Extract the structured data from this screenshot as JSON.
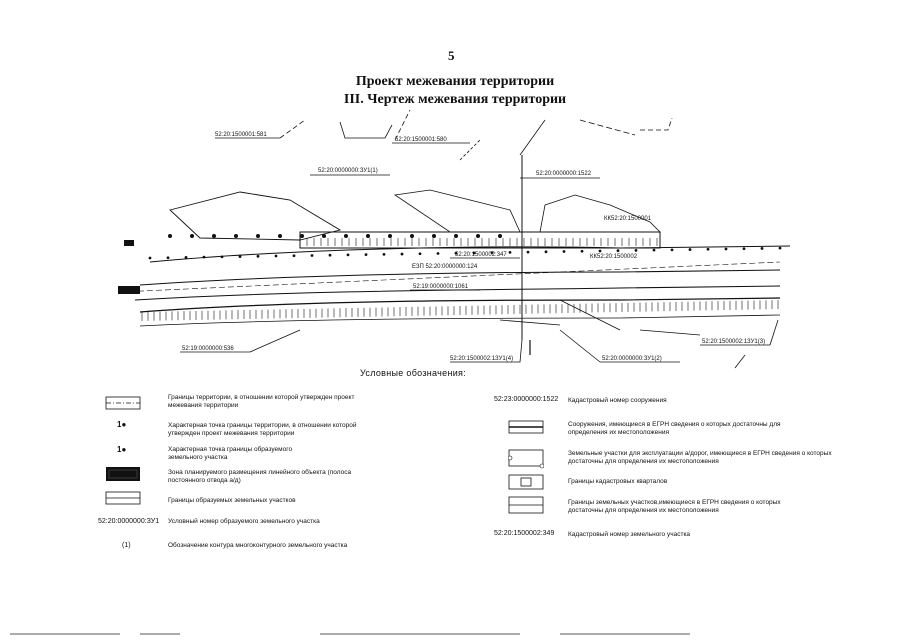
{
  "page": {
    "number": "5"
  },
  "titles": {
    "main": "Проект межевания территории",
    "sub": "III. Чертеж межевания территории"
  },
  "map_labels": {
    "parcel_581": "52:20:1500001:581",
    "parcel_580": "52:20:1500001:580",
    "zu1_1": "52:20:0000000:ЗУ1(1)",
    "parcel_1522": "52:20:0000000:1522",
    "kk_1500001": "КК52:20:1500001",
    "kk_1500002": "КК52:20:1500002",
    "parcel_347": "52:20:1500002:347",
    "ezp_124": "ЕЗП 52:20:0000000:124",
    "parcel_1061": "52:19:0000000:1061",
    "parcel_536": "52:19:0000000:536",
    "zu1_4": "52:20:1500002:1ЗУ1(4)",
    "zu1_2": "52:20:0000000:ЗУ1(2)",
    "zu1_3": "52:20:1500002:1ЗУ1(3)"
  },
  "legend": {
    "heading": "Условные обозначения:",
    "left": [
      {
        "text": "Границы территории, в отношении которой утвержден проект межевания территории"
      },
      {
        "text": "Характерная точка границы территории, в отношении которой утвержден проект межевания территории"
      },
      {
        "text": "Характерная точка границы образуемого земельного участка"
      },
      {
        "text": "Зона планируемого размещения линейного объекта (полоса постоянного отвода а/д)"
      },
      {
        "text": "Границы образуемых земельных участков"
      },
      {
        "code": "52:20:0000000:ЗУ1",
        "text": "Условный номер образуемого земельного участка"
      },
      {
        "code": "(1)",
        "text": "Обозначение контура многоконтурного земельного участка"
      }
    ],
    "right": [
      {
        "code": "52:23:0000000:1522",
        "text": "Кадастровый номер сооружения"
      },
      {
        "text": "Сооружения, имеющиеся в ЕГРН сведения о которых достаточны для определения их местоположения"
      },
      {
        "text": "Земельные участки для эксплуатации а/дорог, имеющиеся в ЕГРН сведения о которых достаточны для определения их местоположения"
      },
      {
        "text": "Границы кадастровых кварталов"
      },
      {
        "text": "Границы земельных участков,имеющиеся в ЕГРН сведения о которых достаточны для определения их местоположения"
      },
      {
        "code": "52:20:1500002:349",
        "text": "Кадастровый номер земельного участка"
      }
    ]
  },
  "icons": {
    "point_territory": "characteristic-point-icon",
    "point_parcel": "characteristic-point-icon"
  },
  "colors": {
    "ink": "#111111",
    "paper": "#ffffff"
  }
}
